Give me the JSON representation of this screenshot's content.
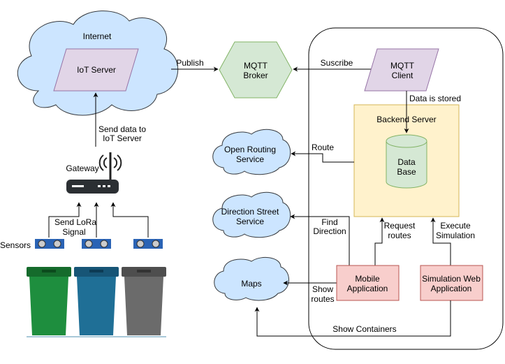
{
  "labels": {
    "internet": "Internet",
    "iot_server": "IoT Server",
    "publish": "Publish",
    "mqtt_broker": [
      "MQTT",
      "Broker"
    ],
    "subscribe": "Suscribe",
    "mqtt_client": [
      "MQTT",
      "Client"
    ],
    "data_stored": "Data is stored",
    "backend_server": "Backend Server",
    "database": [
      "Data",
      "Base"
    ],
    "route": "Route",
    "open_routing": [
      "Open Routing",
      "Service"
    ],
    "send_data": [
      "Send data to",
      "IoT Server"
    ],
    "gateway": "Gateway",
    "direction_street": [
      "Direction Street",
      "Service"
    ],
    "find_direction": [
      "Find",
      "Direction"
    ],
    "request_routes": [
      "Request",
      "routes"
    ],
    "execute_simulation": [
      "Execute",
      "Simulation"
    ],
    "send_lora": [
      "Send LoRa",
      "Signal"
    ],
    "sensors": "Sensors",
    "maps": "Maps",
    "show_routes": [
      "Show",
      "routes"
    ],
    "mobile_app": [
      "Mobile",
      "Application"
    ],
    "simulation_web": [
      "Simulation Web",
      "Application"
    ],
    "show_containers": "Show Containers"
  },
  "colors": {
    "cloud_fill": "#cce5ff",
    "cloud_stroke": "#36393d",
    "iot_server_fill": "#e1d5e7",
    "iot_server_stroke": "#9673a6",
    "mqtt_broker_fill": "#d5e8d4",
    "mqtt_broker_stroke": "#82b366",
    "backend_fill": "#fff2cc",
    "backend_stroke": "#d6b656",
    "app_fill": "#f8cecc",
    "app_stroke": "#b85450",
    "bin_green": "#1e8e3e",
    "bin_blue": "#1f6f96",
    "bin_gray": "#6b6b6b"
  },
  "icons": [
    "wifi-router-icon",
    "ultrasonic-sensor-icon",
    "trash-bin-icon"
  ]
}
